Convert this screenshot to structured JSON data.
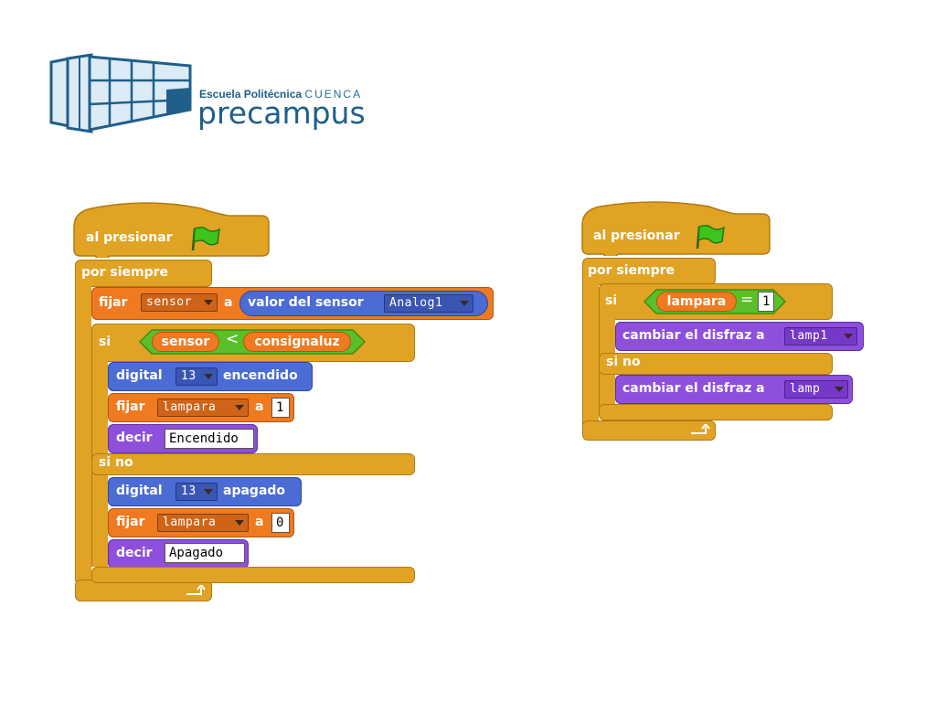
{
  "logo": {
    "line1_a": "Escuela Politécnica",
    "line1_b": "CUENCA",
    "line2": "precampus",
    "colors": {
      "primary": "#1f5f8a",
      "light": "#dcebf6"
    }
  },
  "colors": {
    "control": "#e1a324",
    "variables": "#ef7a20",
    "looks": "#8d4fdc",
    "sensing": "#4a6cd4",
    "operators": "#5bbf2a"
  },
  "script_left": {
    "hat": "al presionar",
    "forever": "por siempre",
    "set1": {
      "label": "fijar",
      "var": "sensor",
      "to": "a",
      "reporter": "valor del sensor",
      "sensor": "Analog1"
    },
    "if": {
      "label": "si",
      "left": "sensor",
      "op": "<",
      "right": "consignaluz"
    },
    "digital_on": {
      "label": "digital",
      "pin": "13",
      "state": "encendido"
    },
    "set2": {
      "label": "fijar",
      "var": "lampara",
      "to": "a",
      "value": "1"
    },
    "say1": {
      "label": "decir",
      "text": "Encendido"
    },
    "else": "si no",
    "digital_off": {
      "label": "digital",
      "pin": "13",
      "state": "apagado"
    },
    "set3": {
      "label": "fijar",
      "var": "lampara",
      "to": "a",
      "value": "0"
    },
    "say2": {
      "label": "decir",
      "text": "Apagado"
    }
  },
  "script_right": {
    "hat": "al presionar",
    "forever": "por siempre",
    "if": {
      "label": "si",
      "left": "lampara",
      "op": "=",
      "right": "1"
    },
    "costume1": {
      "label": "cambiar el disfraz a",
      "value": "lamp1"
    },
    "else": "si no",
    "costume2": {
      "label": "cambiar el disfraz a",
      "value": "lamp"
    }
  }
}
